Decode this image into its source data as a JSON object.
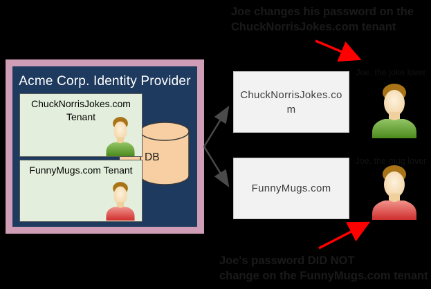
{
  "captions": {
    "top_line1": "Joe changes his password on the",
    "top_line2": "ChuckNorrisJokes.com tenant",
    "bottom_line1": "Joe's password DID NOT",
    "bottom_line2": "change on the FunnyMugs.com tenant"
  },
  "identity_provider": {
    "title": "Acme Corp. Identity Provider",
    "db_label": "DB",
    "tenants": [
      {
        "name_line1": "ChuckNorrisJokes.com",
        "name_line2": "Tenant",
        "user_shirt_color": "green"
      },
      {
        "name_line1": "FunnyMugs.com Tenant",
        "name_line2": "",
        "user_shirt_color": "red"
      }
    ]
  },
  "applications": [
    {
      "label": "ChuckNorrisJokes.com"
    },
    {
      "label": "FunnyMugs.com"
    }
  ],
  "users": [
    {
      "label": "Joe, the joke lover",
      "shirt_color": "green"
    },
    {
      "label": "Joe, the mug lover",
      "shirt_color": "red"
    }
  ],
  "colors": {
    "background": "#000000",
    "idp_border_pink": "#cf9db5",
    "idp_navy": "#1e3a5f",
    "tenant_green": "#e3efdc",
    "db_peach": "#f7cfa2",
    "app_box_gray": "#f2f2f2",
    "arrow_gray": "#4a4a4a",
    "arrow_red": "#ff0000",
    "caption_text": "#1a1a1a",
    "title_text": "#ffffff"
  }
}
